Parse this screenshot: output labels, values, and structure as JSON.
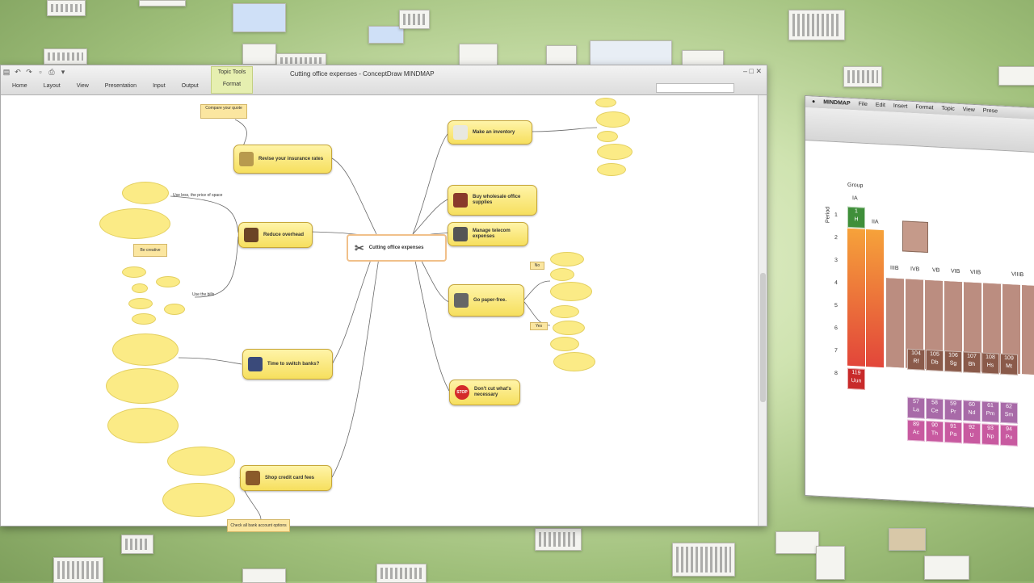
{
  "window": {
    "title": "Cutting office expenses - ConceptDraw MINDMAP",
    "topic_tools_title": "Topic Tools",
    "topic_tools_tab": "Format",
    "tabs": [
      "Home",
      "Layout",
      "View",
      "Presentation",
      "Input",
      "Output"
    ]
  },
  "mindmap": {
    "central": "Cutting office expenses",
    "topics": [
      {
        "id": "insurance",
        "label": "Revise your insurance rates"
      },
      {
        "id": "reduce",
        "label": "Reduce overhead"
      },
      {
        "id": "banks",
        "label": "Time to switch banks?"
      },
      {
        "id": "cards",
        "label": "Shop credit card fees"
      },
      {
        "id": "inventory",
        "label": "Make an inventory"
      },
      {
        "id": "wholesale",
        "label": "Buy wholesale office supplies"
      },
      {
        "id": "telecom",
        "label": "Manage telecom expenses"
      },
      {
        "id": "paper",
        "label": "Go paper-free."
      },
      {
        "id": "stop",
        "label": "Don't cut what's necessary"
      }
    ],
    "subtopics": {
      "compare": "Compare your quote",
      "use_less": "Use less, the price of space",
      "be_creative": "Be creative",
      "use_the_bills": "Use the bills",
      "check_fees": "Check all bank account options"
    },
    "small_labels": {
      "no": "No",
      "yes": "Yes"
    }
  },
  "periodic": {
    "app": "MINDMAP",
    "menu": [
      "File",
      "Edit",
      "Insert",
      "Format",
      "Topic",
      "View",
      "Prese"
    ],
    "group_label": "Group",
    "period_label": "Period",
    "headers": [
      "IA",
      "IIA",
      "IIIB",
      "IVB",
      "VB",
      "VIB",
      "VIIB",
      "VIIIB"
    ],
    "periods": [
      "1",
      "2",
      "3",
      "4",
      "5",
      "6",
      "7",
      "8"
    ],
    "cells_row1": [
      {
        "num": "1",
        "sym": "H"
      }
    ],
    "cells_row7": [
      {
        "num": "104",
        "sym": "Rf"
      },
      {
        "num": "105",
        "sym": "Db"
      },
      {
        "num": "106",
        "sym": "Sg"
      },
      {
        "num": "107",
        "sym": "Bh"
      },
      {
        "num": "108",
        "sym": "Hs"
      },
      {
        "num": "109",
        "sym": "Mt"
      }
    ],
    "cell_row8": {
      "num": "119",
      "sym": "Uun"
    },
    "lanth": [
      {
        "num": "57",
        "sym": "La"
      },
      {
        "num": "58",
        "sym": "Ce"
      },
      {
        "num": "59",
        "sym": "Pr"
      },
      {
        "num": "60",
        "sym": "Nd"
      },
      {
        "num": "61",
        "sym": "Pm"
      },
      {
        "num": "62",
        "sym": "Sm"
      }
    ],
    "actin": [
      {
        "num": "89",
        "sym": "Ac"
      },
      {
        "num": "90",
        "sym": "Th"
      },
      {
        "num": "91",
        "sym": "Pa"
      },
      {
        "num": "92",
        "sym": "U"
      },
      {
        "num": "93",
        "sym": "Np"
      },
      {
        "num": "94",
        "sym": "Pu"
      }
    ]
  },
  "colors": {
    "topic_fill": "#f6df5e",
    "central_border": "#f1c08a",
    "bubble": "#fbeb86",
    "pt_green": "#3f8f3a",
    "pt_orange": "#f08a3a",
    "pt_red": "#e24a3a",
    "pt_brown": "#b07a6a",
    "pt_pink": "#c85aa0"
  }
}
